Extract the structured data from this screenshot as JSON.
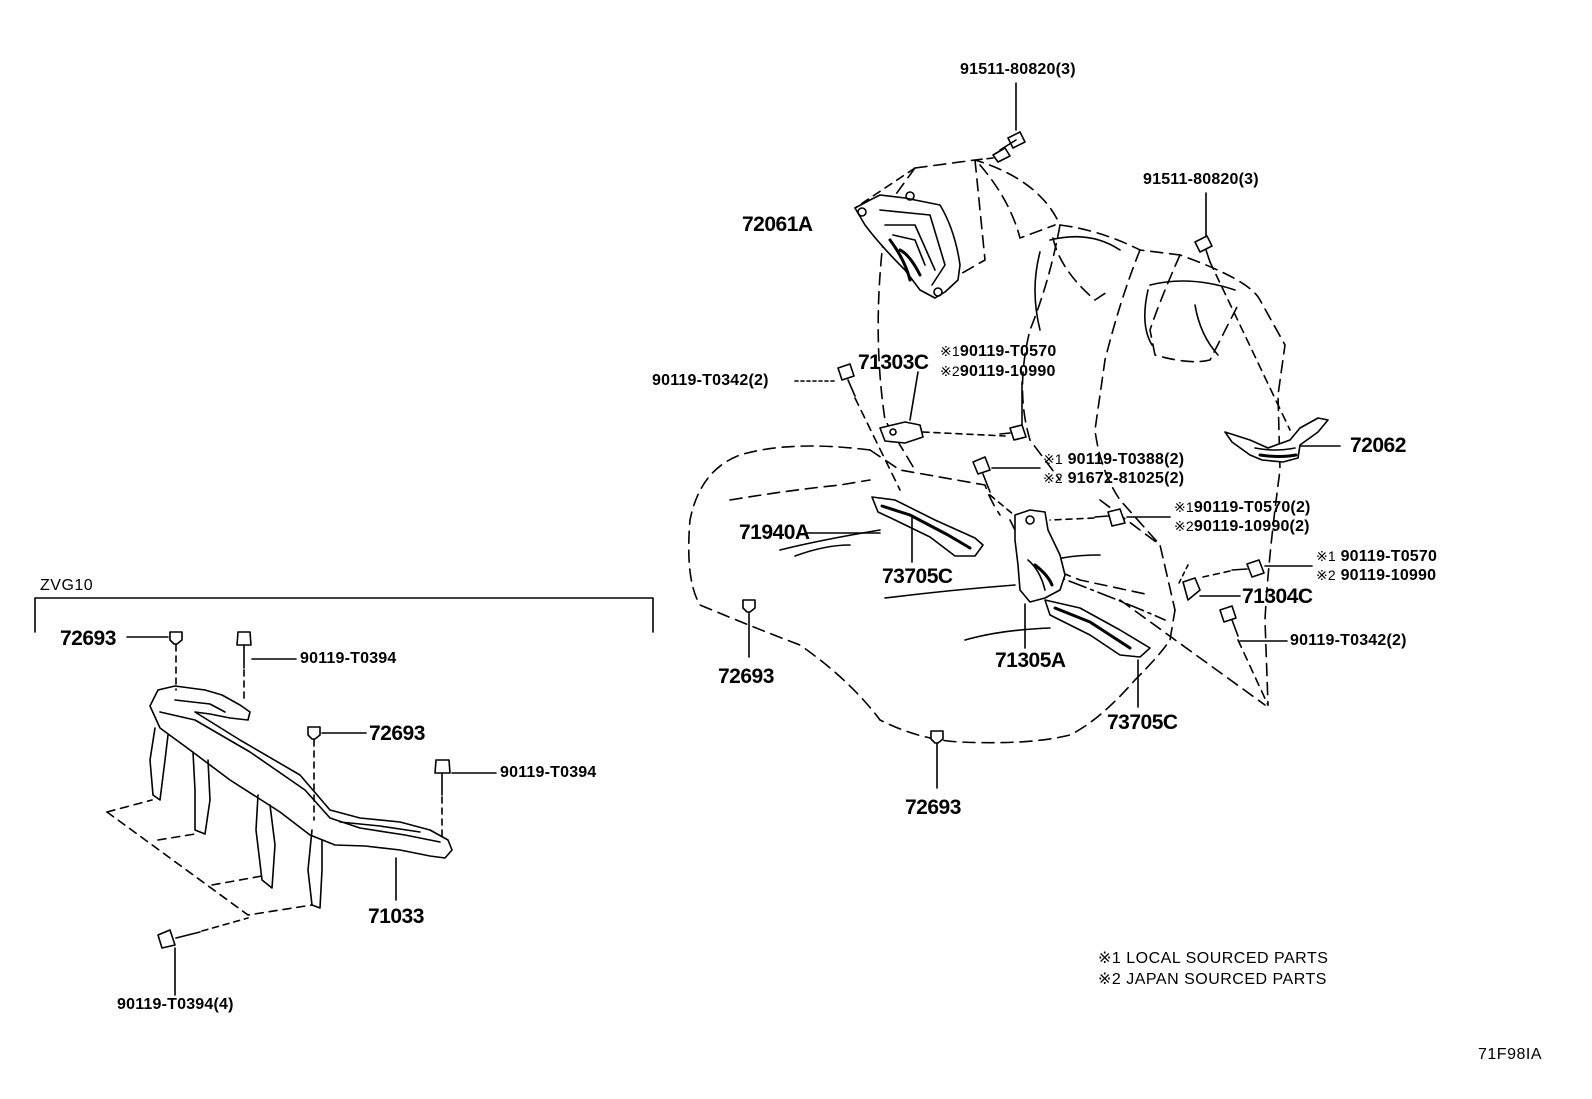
{
  "parts": {
    "p91511_top": "91511-80820(3)",
    "p91511_right": "91511-80820(3)",
    "p72061A": "72061A",
    "p71303C": "71303C",
    "p90119_T0342_upper": "90119-T0342(2)",
    "p90119_T0570_upper": "90119-T0570",
    "p90119_10990_upper": "90119-10990",
    "p72062": "72062",
    "p90119_T0388": "90119-T0388(2)",
    "p91672_81025": "91672-81025(2)",
    "p90119_T0570_2": "90119-T0570(2)",
    "p90119_10990_2": "90119-10990(2)",
    "p71940A": "71940A",
    "p73705C_left": "73705C",
    "p90119_T0570_right": "90119-T0570",
    "p90119_10990_right": "90119-10990",
    "p71304C": "71304C",
    "p90119_T0342_lower": "90119-T0342(2)",
    "p72693_mid": "72693",
    "p71305A": "71305A",
    "p73705C_right": "73705C",
    "p72693_bottom": "72693",
    "p72693_left_top": "72693",
    "p90119_T0394_a": "90119-T0394",
    "p72693_left_mid": "72693",
    "p90119_T0394_b": "90119-T0394",
    "p71033": "71033",
    "p90119_T0394_4": "90119-T0394(4)"
  },
  "marks": {
    "m1": "※1",
    "m2": "※2"
  },
  "variant_label": "ZVG10",
  "legend": {
    "line1": "※1 LOCAL SOURCED PARTS",
    "line2": "※2 JAPAN SOURCED PARTS"
  },
  "figure_code": "71F98IA"
}
